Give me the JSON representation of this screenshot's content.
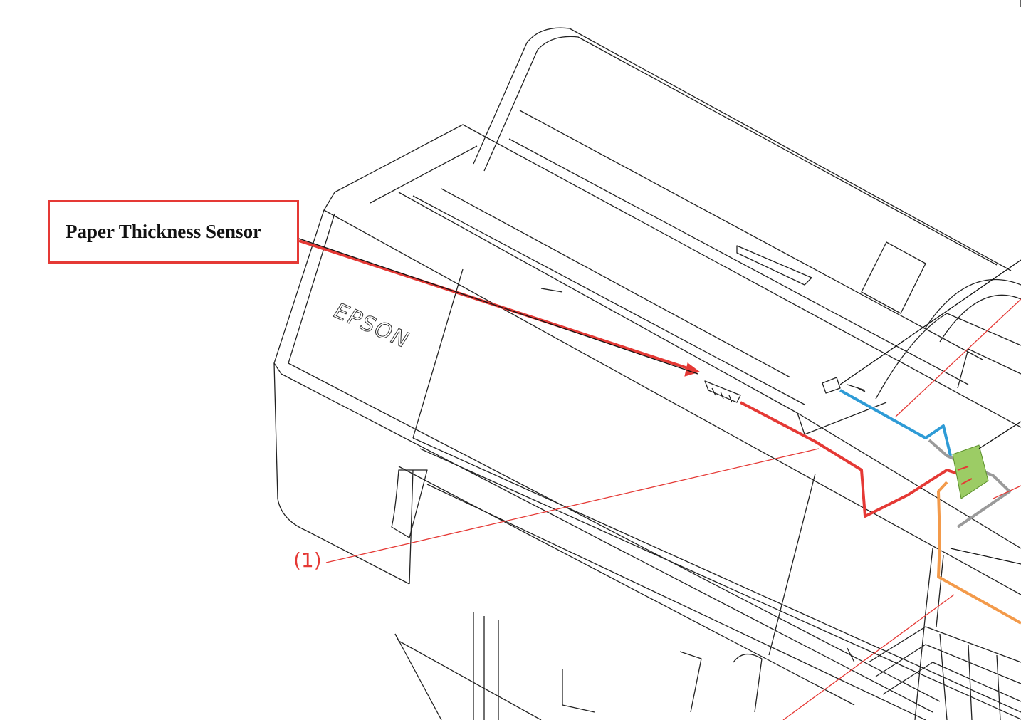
{
  "callout": {
    "label": "Paper Thickness Sensor"
  },
  "reference": {
    "label": "(1)"
  },
  "printer": {
    "brand": "EPSON"
  },
  "colors": {
    "highlight": "#e53935",
    "cable_blue": "#2e9bd6",
    "cable_gray": "#9a9a9a",
    "cable_orange": "#f39a4a",
    "board_green": "#9ccc65",
    "outline": "#222222"
  },
  "icons": [
    "paper-thickness-sensor-icon",
    "sensor-icon",
    "circuit-board-icon",
    "ink-carriage-icon"
  ]
}
